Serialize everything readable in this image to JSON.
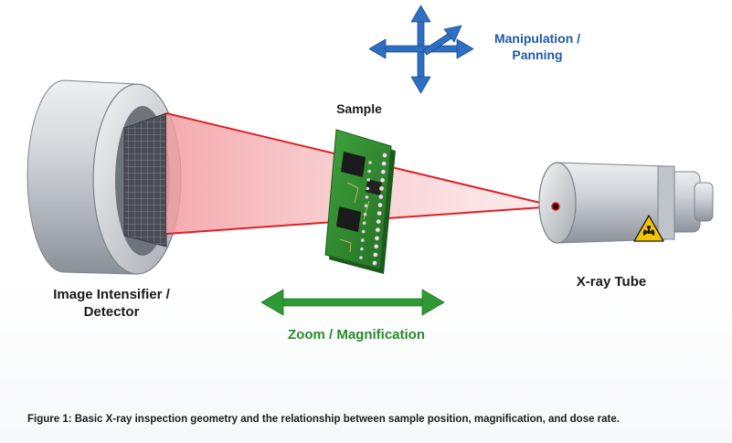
{
  "diagram": {
    "labels": {
      "manipulation_line1": "Manipulation /",
      "manipulation_line2": "Panning",
      "sample": "Sample",
      "detector_line1": "Image Intensifier /",
      "detector_line2": "Detector",
      "xray_tube": "X-ray Tube",
      "zoom": "Zoom / Magnification"
    },
    "colors": {
      "beam": "#e01f26",
      "beam_fill": "#f6b4b6",
      "manipulation_arrows": "#2f6fc2",
      "zoom_arrow": "#2f9a35",
      "pcb": "#2f8f2f",
      "metal": "#c8ccd1",
      "hazard": "#f5c400"
    },
    "icons": {
      "manipulation": "four-way-arrow-icon",
      "zoom": "double-arrow-icon",
      "tube_warning": "radiation-warning-icon"
    }
  },
  "caption": "Figure 1: Basic X-ray inspection geometry and the relationship between sample position, magnification, and dose rate."
}
